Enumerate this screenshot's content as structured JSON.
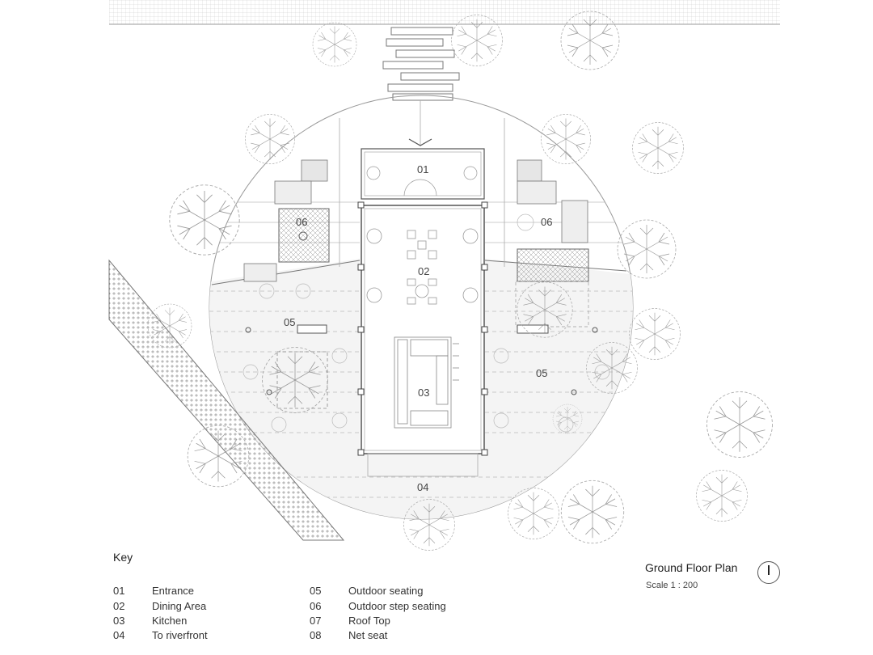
{
  "zone_labels": {
    "z01": "01",
    "z02": "02",
    "z03": "03",
    "z04": "04",
    "z05_left": "05",
    "z05_right": "05",
    "z06_left": "06",
    "z06_right": "06"
  },
  "key": {
    "title": "Key",
    "items": [
      {
        "code": "01",
        "label": "Entrance"
      },
      {
        "code": "02",
        "label": "Dining Area"
      },
      {
        "code": "03",
        "label": "Kitchen"
      },
      {
        "code": "04",
        "label": "To riverfront"
      },
      {
        "code": "05",
        "label": "Outdoor seating"
      },
      {
        "code": "06",
        "label": "Outdoor step seating"
      },
      {
        "code": "07",
        "label": "Roof Top"
      },
      {
        "code": "08",
        "label": "Net seat"
      }
    ]
  },
  "plan": {
    "title": "Ground Floor Plan",
    "scale": "Scale 1 : 200",
    "north_icon": "north-arrow-icon"
  },
  "colors": {
    "line": "#8a8a8a",
    "dark_line": "#555555",
    "hatch": "#9a9a9a"
  }
}
